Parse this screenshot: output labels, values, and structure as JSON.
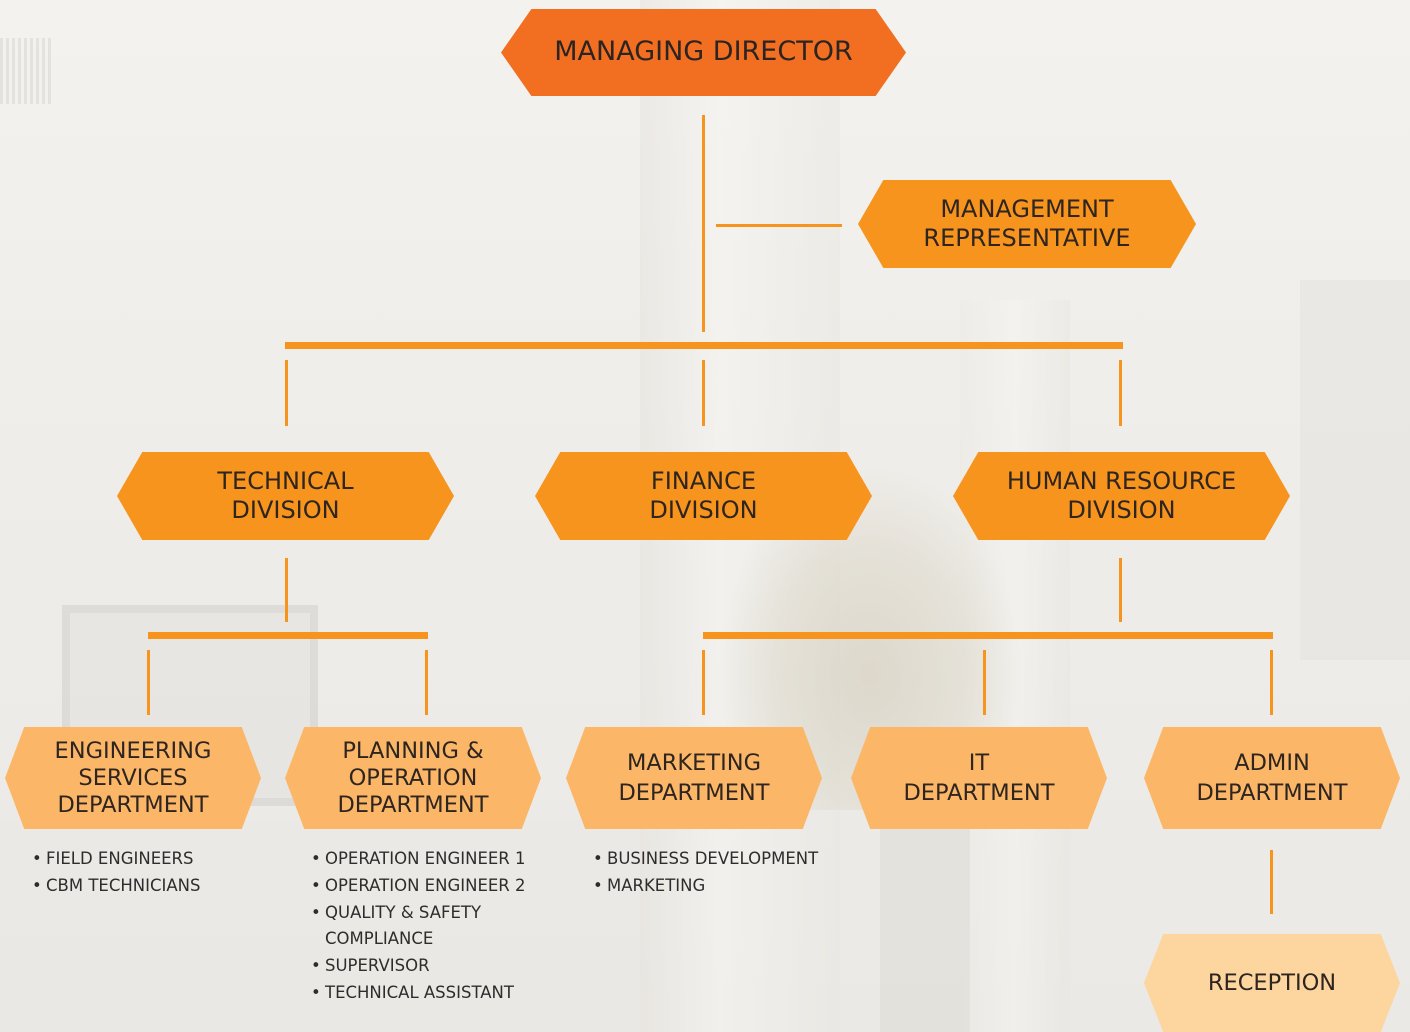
{
  "managing_director": {
    "label": "MANAGING DIRECTOR"
  },
  "management_representative": {
    "label": [
      "MANAGEMENT",
      "REPRESENTATIVE"
    ]
  },
  "divisions": {
    "technical": {
      "label": [
        "TECHNICAL",
        "DIVISION"
      ]
    },
    "finance": {
      "label": [
        "FINANCE",
        "DIVISION"
      ]
    },
    "human_resource": {
      "label": [
        "HUMAN RESOURCE",
        "DIVISION"
      ]
    }
  },
  "departments": {
    "engineering_services": {
      "label": [
        "ENGINEERING",
        "SERVICES",
        "DEPARTMENT"
      ],
      "items": [
        "FIELD ENGINEERS",
        "CBM TECHNICIANS"
      ]
    },
    "planning_operation": {
      "label": [
        "PLANNING &",
        "OPERATION",
        "DEPARTMENT"
      ],
      "items": [
        "OPERATION ENGINEER 1",
        "OPERATION ENGINEER 2",
        "QUALITY & SAFETY",
        "COMPLIANCE",
        "SUPERVISOR",
        "TECHNICAL ASSISTANT"
      ]
    },
    "marketing": {
      "label": [
        "MARKETING",
        "DEPARTMENT"
      ],
      "items": [
        "BUSINESS DEVELOPMENT",
        "MARKETING"
      ]
    },
    "it": {
      "label": [
        "IT",
        "DEPARTMENT"
      ]
    },
    "admin": {
      "label": [
        "ADMIN",
        "DEPARTMENT"
      ]
    }
  },
  "reception": {
    "label": "RECEPTION"
  },
  "colors": {
    "level0": "#f26f21",
    "level1": "#f7941d",
    "level2": "#fbb767",
    "level3": "#fdd59f",
    "connector": "#f7941d"
  }
}
